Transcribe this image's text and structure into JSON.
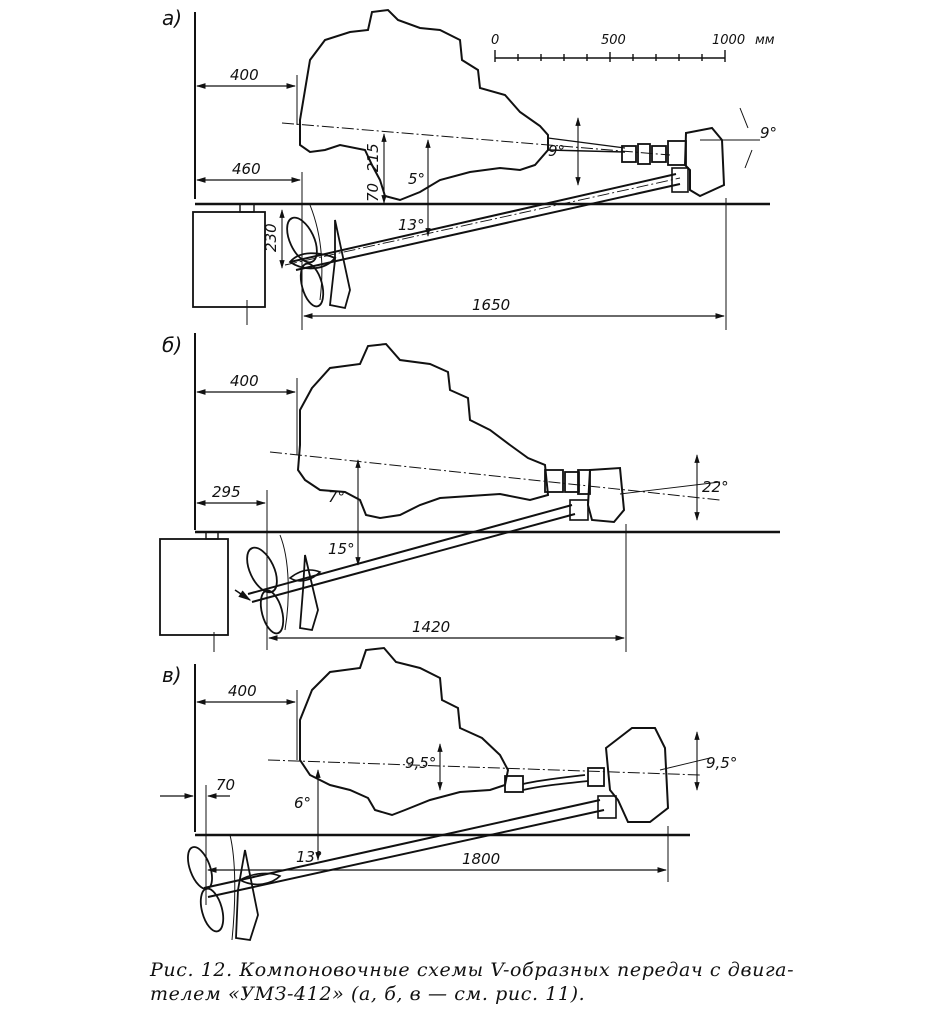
{
  "scale": {
    "labels": [
      "0",
      "500",
      "1000"
    ],
    "unit": "мм"
  },
  "panels": [
    {
      "id": "a",
      "label": "а)",
      "dims": {
        "d400": "400",
        "d460": "460",
        "d215": "215",
        "d70": "70",
        "d230": "230",
        "d1650": "1650"
      },
      "angles": {
        "a9_left": "9°",
        "a9_right": "9°",
        "a5": "5°",
        "a13": "13°"
      }
    },
    {
      "id": "b",
      "label": "б)",
      "dims": {
        "d400": "400",
        "d295": "295",
        "d1420": "1420"
      },
      "angles": {
        "a22": "22°",
        "a7": "7°",
        "a15": "15°"
      }
    },
    {
      "id": "v",
      "label": "в)",
      "dims": {
        "d400": "400",
        "d70": "70",
        "d1800": "1800"
      },
      "angles": {
        "a9_5_left": "9,5°",
        "a9_5_right": "9,5°",
        "a6": "6°",
        "a13": "13°"
      }
    }
  ],
  "caption": {
    "line1": "Рис. 12. Компоновочные схемы V-образных передач с двига-",
    "line2": "телем «УМЗ-412» (а, б, в — см. рис. 11)."
  }
}
